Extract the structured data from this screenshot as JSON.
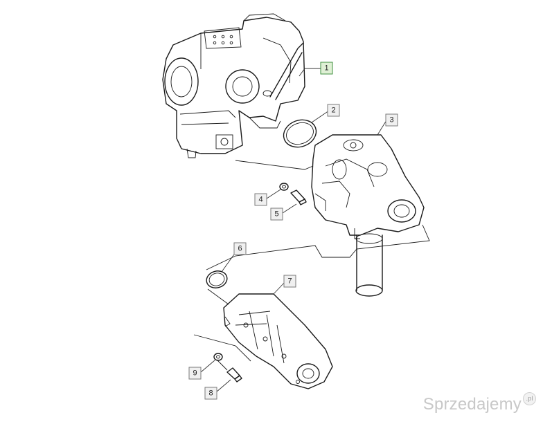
{
  "callouts": [
    {
      "label": "1",
      "highlight": true
    },
    {
      "label": "2"
    },
    {
      "label": "3"
    },
    {
      "label": "4"
    },
    {
      "label": "5"
    },
    {
      "label": "6"
    },
    {
      "label": "7"
    },
    {
      "label": "8"
    },
    {
      "label": "9"
    }
  ],
  "watermark": {
    "text": "Sprzedajemy",
    "suffix": ".pl"
  },
  "colors": {
    "highlight_fill": "#dff0d5",
    "highlight_stroke": "#3f8f3f",
    "line": "#1a1a1a",
    "watermark": "#c8c8c8"
  }
}
